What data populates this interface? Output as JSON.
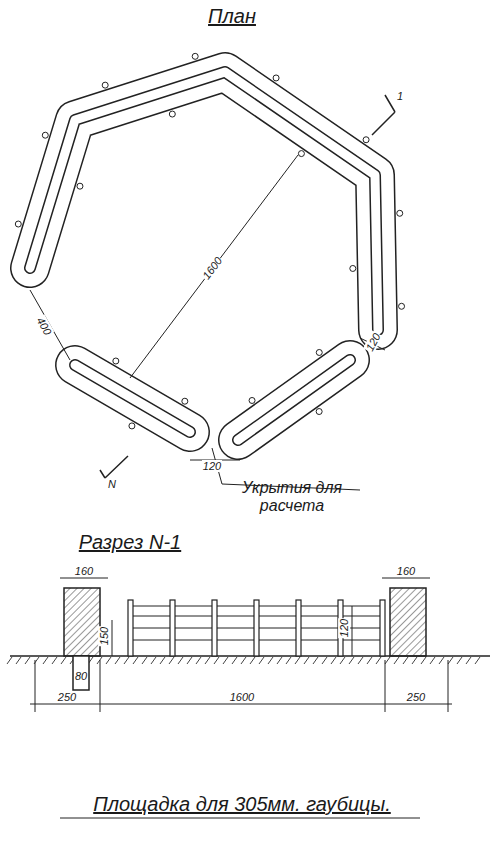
{
  "diagram": {
    "title": "План",
    "caption": "Площадка для 305мм. гаубицы.",
    "labels": [
      "Разрез N-1",
      "1600",
      "400",
      "120",
      "120",
      "Укрытия для расчета",
      "1",
      "N",
      "160",
      "160",
      "150",
      "80",
      "120",
      "250",
      "1600",
      "250"
    ]
  }
}
